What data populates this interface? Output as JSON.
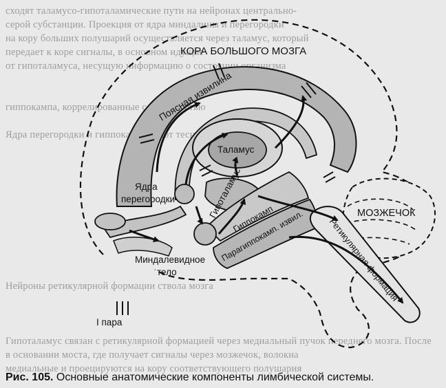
{
  "background_text": [
    "сходят таламусо-гипоталамические пути на нейронах центрально-",
    "серой субстанции. Проекция от ядра миндалины и перегородки",
    "на кору больших полушарий осуществляется через таламус, который",
    "передает к коре сигналы, в основном идущие",
    "от гипоталамуса, несущую информацию о состоянии организма",
    "",
    "",
    "гиппокампа, коррелированные с активностью",
    "",
    "Ядра перегородки и гиппокамп имеют тесные",
    "",
    "",
    "",
    "",
    "",
    "",
    "",
    "",
    "",
    "",
    "Нейроны ретикулярной формации ствола мозга",
    "",
    "",
    "",
    "Гипоталамус связан с ретикулярной формацией через медиальный пучок переднего мозга. После",
    "в основании моста, где получает сигналы через мозжечок, волокна",
    "медиальные и проецируются на кору соответствующего полушария"
  ],
  "labels": {
    "cortex": "КОРА БОЛЬШОГО МОЗГА",
    "cingulate": "Поясная извилина",
    "thalamus": "Таламус",
    "hypothalamus": "Гипоталамус",
    "septal_1": "Ядра",
    "septal_2": "перегородки",
    "hippocampus": "Гиппокамп",
    "parahippocampal": "Парагиппокамп. извил.",
    "amygdala_1": "Миндалевидное",
    "amygdala_2": "тело",
    "pair1": "I пара",
    "cerebellum": "МОЗЖЕЧОК",
    "reticular": "Ретикулярная формация"
  },
  "caption": {
    "number": "Рис. 105.",
    "text": "Основные анатомические компоненты лимбической системы."
  }
}
